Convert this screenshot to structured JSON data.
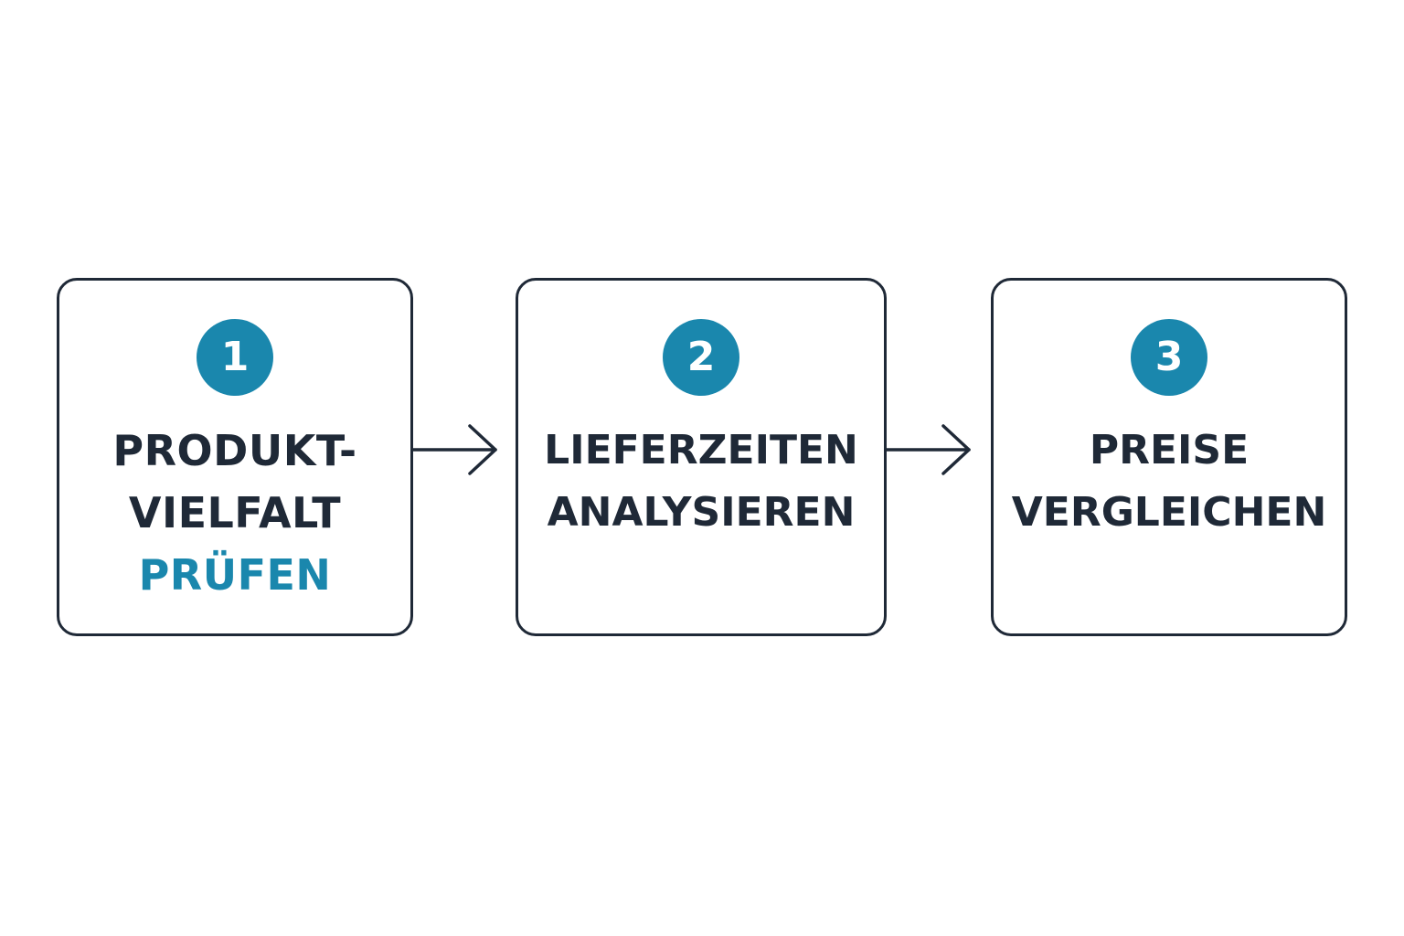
{
  "colors": {
    "accent": "#1a87ad",
    "text": "#1f2937",
    "border": "#1f2937",
    "background": "#ffffff"
  },
  "steps": [
    {
      "number": "1",
      "lines": [
        "PRODUKT-",
        "VIELFALT"
      ],
      "highlight": "PRÜFEN"
    },
    {
      "number": "2",
      "lines": [
        "LIEFERZEITEN",
        "ANALYSIEREN"
      ]
    },
    {
      "number": "3",
      "lines": [
        "PREISE",
        "VERGLEICHEN"
      ]
    }
  ],
  "connectors": [
    {
      "from": "1",
      "to": "2",
      "icon": "arrow-right-icon"
    },
    {
      "from": "2",
      "to": "3",
      "icon": "arrow-right-icon"
    }
  ]
}
